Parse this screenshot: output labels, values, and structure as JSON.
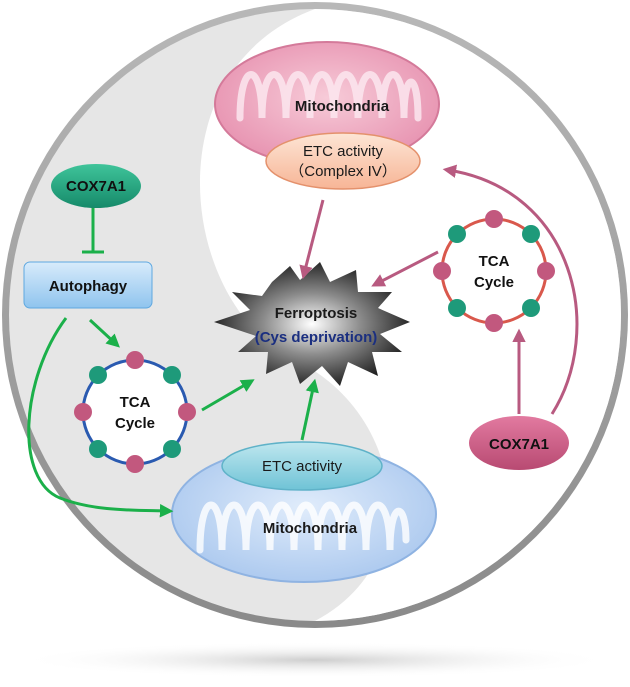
{
  "top_mitochondria": {
    "title": "Mitochondria",
    "etc_line1": "ETC activity",
    "etc_line2": "（Complex IV）"
  },
  "left_regulator": {
    "cox_label": "COX7A1",
    "autophagy_label": "Autophagy"
  },
  "left_tca": {
    "line1": "TCA",
    "line2": "Cycle"
  },
  "right_tca": {
    "line1": "TCA",
    "line2": "Cycle"
  },
  "center": {
    "line1": "Ferroptosis",
    "line2": "(Cys deprivation)"
  },
  "bottom_mitochondria": {
    "title": "Mitochondria",
    "etc_label": "ETC activity"
  },
  "right_regulator": {
    "cox_label": "COX7A1"
  },
  "colors": {
    "pink_arrow": "#b85a80",
    "green_arrow": "#1bb04a",
    "teal_node": "#1e9a7a",
    "pink_node": "#c2587e",
    "ring_blue": "#2a5ab0",
    "ring_red": "#d9584c",
    "dark_navy": "#1b2f80"
  }
}
